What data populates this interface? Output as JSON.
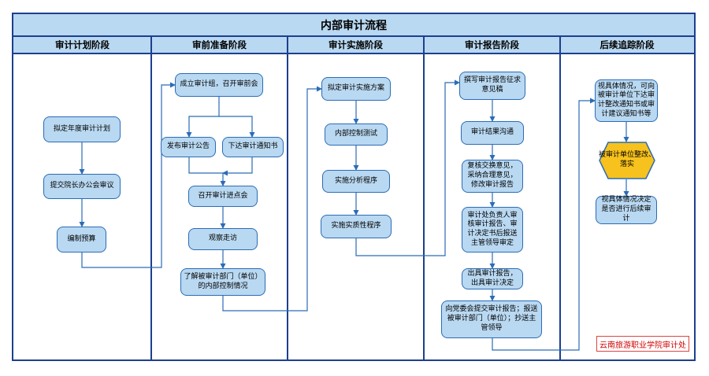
{
  "title": "内部审计流程",
  "lanes": [
    "审计计划阶段",
    "审前准备阶段",
    "审计实施阶段",
    "审计报告阶段",
    "后续追踪阶段"
  ],
  "steps": {
    "plan1": "拟定年度审计计划",
    "plan2": "提交院长办公会审议",
    "plan3": "编制预算",
    "prep1": "成立审计组，召开审前会",
    "prep2a": "发布审计公告",
    "prep2b": "下达审计通知书",
    "prep3": "召开审计进点会",
    "prep4": "观察走访",
    "prep5": "了解被审计部门（单位）的内部控制情况",
    "impl1": "拟定审计实施方案",
    "impl2": "内部控制测试",
    "impl3": "实施分析程序",
    "impl4": "实施实质性程序",
    "rep1": "撰写审计报告征求意见稿",
    "rep2": "审计结果沟通",
    "rep3": "复核交换意见，采纳合理意见，修改审计报告",
    "rep4": "审计处负责人审核审计报告、审计决定书后报送主管领导审定",
    "rep5": "出具审计报告，出具审计决定",
    "rep6": "向党委会提交审计报告；报送被审计部门（单位）；抄送主管领导",
    "fol1": "视具体情况，可向被审计单位下达审计整改通知书或审计建议通知书等",
    "fol2": "被审计单位整改、落实",
    "fol3": "视具体情况决定是否进行后续审计"
  },
  "stamp": "云南旅游职业学院审计处",
  "colors": {
    "box_fill": "#b9d8f1",
    "box_border": "#2b6cb6",
    "frame": "#1c3f8f",
    "diamond_fill": "#f7c21d",
    "stamp": "#d10000"
  }
}
